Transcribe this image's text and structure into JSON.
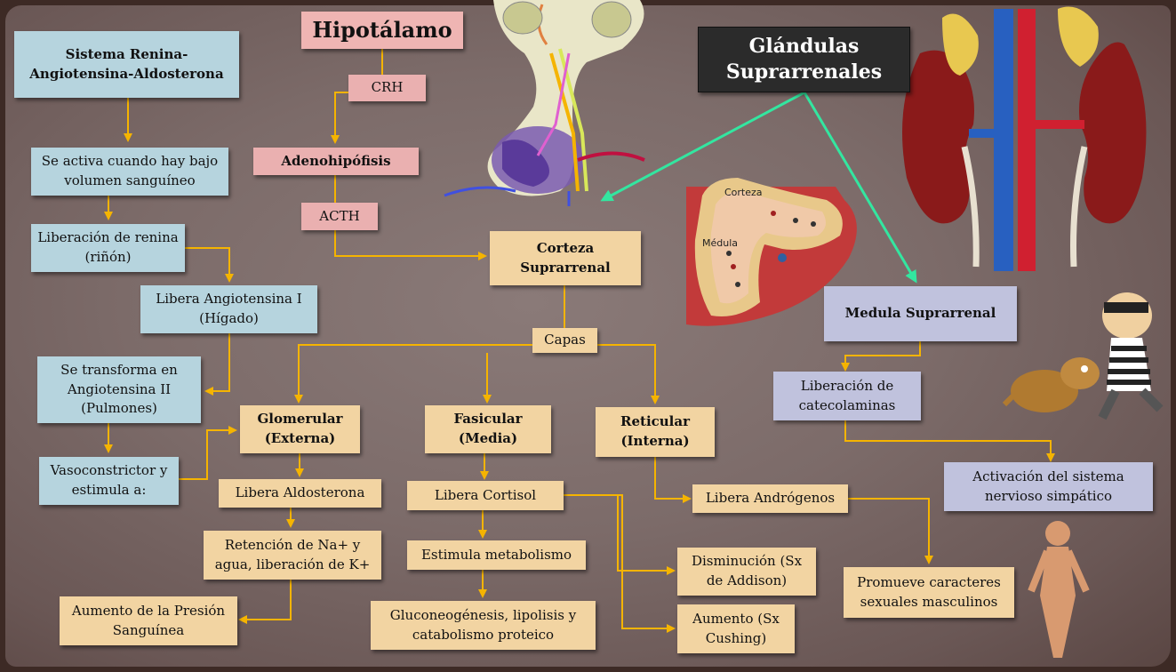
{
  "boxes": {
    "sistema": "Sistema Renina-Angiotensina-Aldosterona",
    "se_activa": "Se activa cuando hay bajo volumen sanguíneo",
    "liberacion_renina": "Liberación de renina (riñón)",
    "libera_ang1": "Libera  Angiotensina I (Hígado)",
    "transforma": "Se transforma en Angiotensina II (Pulmones)",
    "vasoconstrictor": "Vasoconstrictor y estimula  a:",
    "aumento_presion": "Aumento de la Presión Sanguínea",
    "hipotalamo": "Hipotálamo",
    "crh": "CRH",
    "adenohipofisis": "Adenohipófisis",
    "acth": "ACTH",
    "corteza": "Corteza Suprarrenal",
    "capas": "Capas",
    "glomerular": "Glomerular (Externa)",
    "fasicular": "Fasicular (Media)",
    "reticular": "Reticular (Interna)",
    "libera_aldosterona": "Libera Aldosterona",
    "retencion": "Retención de Na+ y agua, liberación de K+",
    "libera_cortisol": "Libera  Cortisol",
    "estimula_metabolismo": "Estimula metabolismo",
    "gluconeogenesis": "Gluconeogénesis, lipolisis y catabolismo proteico",
    "libera_androgenos": "Libera Andrógenos",
    "disminucion": "Disminución (Sx de Addison)",
    "aumento_cushing": "Aumento (Sx Cushing)",
    "glandulas": "Glándulas Suprarrenales",
    "medula": "Medula Suprarrenal",
    "liberacion_catecolaminas": "Liberación de catecolaminas",
    "activacion": "Activación del sistema nervioso simpático",
    "promueve": "Promueve caracteres sexuales masculinos"
  },
  "image_labels": {
    "corteza_label": "Corteza",
    "medula_label": "Médula"
  },
  "colors": {
    "arrow_orange": "#f5b400",
    "arrow_green": "#33e6a0",
    "box_blue": "#b6d4de",
    "box_tan": "#f2d4a2",
    "box_pink": "#eab0b0",
    "box_lavender": "#c0c2dd"
  },
  "icons": [
    "pituitary-illustration",
    "adrenal-section-illustration",
    "kidneys-illustration",
    "thief-and-dog-illustration",
    "male-figure-illustration"
  ]
}
